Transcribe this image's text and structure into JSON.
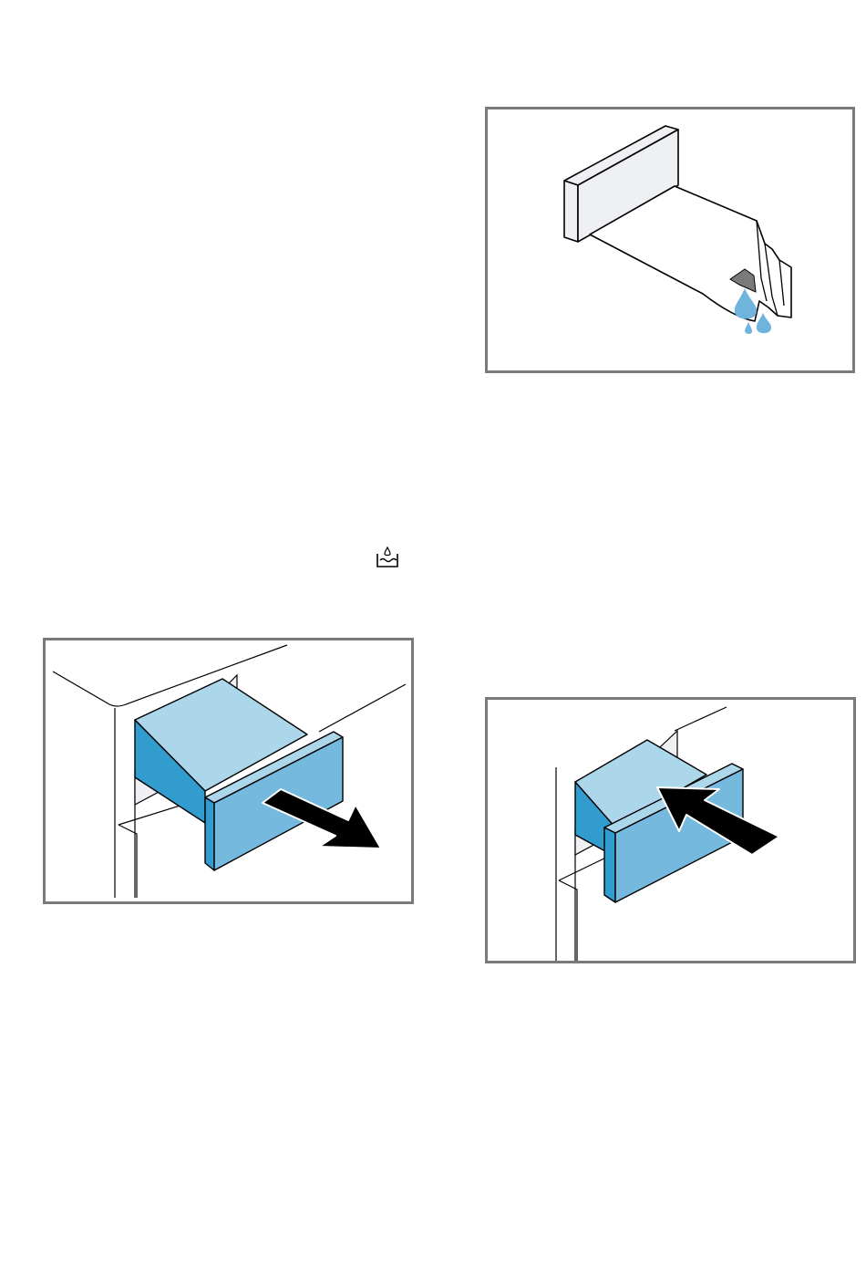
{
  "figures": [
    {
      "id": "drip",
      "subject": "dispenser-drawer-underside-dripping"
    },
    {
      "id": "pull",
      "subject": "dispenser-drawer-pull-out"
    },
    {
      "id": "push",
      "subject": "dispenser-drawer-push-in"
    }
  ],
  "symbol": {
    "icon": "detergent-tray-icon"
  },
  "colors": {
    "frame": "#7a7a7a",
    "outline": "#000000",
    "drawer_top": "#acd6ea",
    "drawer_side": "#339ccf",
    "drawer_front": "#76b9de",
    "water": "#6eb4dd",
    "housing": "#eef0f4",
    "tab": "#7a7a7a"
  }
}
